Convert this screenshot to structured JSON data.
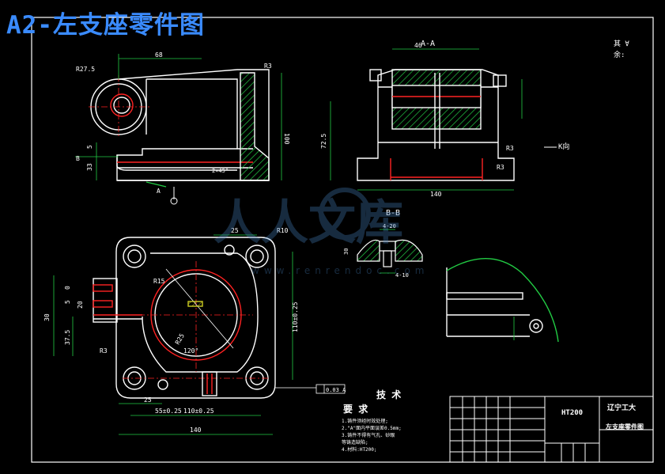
{
  "drawing_title": "A2-左支座零件图",
  "section_labels": {
    "aa": "A-A",
    "bb": "B-B",
    "k_view": "K向"
  },
  "roughness_note": {
    "line1": "其 ∀",
    "line2": "余:"
  },
  "top_view_dims": {
    "width_68": "68",
    "radius_275": "R27.5",
    "radius_3": "R3",
    "height_100": "100",
    "dim_33": "33",
    "dim_5": "5",
    "angle": "2×45°",
    "tag_b": "B",
    "tag_a": "A"
  },
  "section_aa_dims": {
    "dim_46": "46",
    "dim_72_5": "72.5",
    "dim_140": "140",
    "dim_r3": "R3",
    "dim_r3b": "R3"
  },
  "plan_view_dims": {
    "dim_25": "25",
    "r10": "R10",
    "r15": "R15",
    "r3": "R3",
    "dim_30": "30",
    "dim_37_5": "37.5",
    "dim_20": "20",
    "dim_5": "5",
    "dim_0": "0",
    "dim_110": "110±0.25",
    "dim_55": "55±0.25",
    "dim_110b": "110±0.25",
    "dim_140": "140",
    "dim_r25": "R25",
    "angle_120": "120°",
    "dim_25b": "25",
    "tol_box": "0.03 A"
  },
  "bb_dims": {
    "dim_4_20": "4-20",
    "dim_4_10": "4-10",
    "dim_30": "30"
  },
  "tech_requirements": {
    "heading_1": "技 术",
    "heading_2": "要 求",
    "items": [
      "1.铸件须经时效处理;",
      "2.\"A\"面内平面误差0.5mm;",
      "3.铸件不得有气孔、砂眼",
      "等铸造缺陷;",
      "4.材料:HT200;"
    ]
  },
  "title_block": {
    "material": "HT200",
    "school": "辽宁工大",
    "part_name": "左支座零件图"
  },
  "watermark": {
    "main": "人人文库",
    "url": "www.renrendoc.com"
  }
}
